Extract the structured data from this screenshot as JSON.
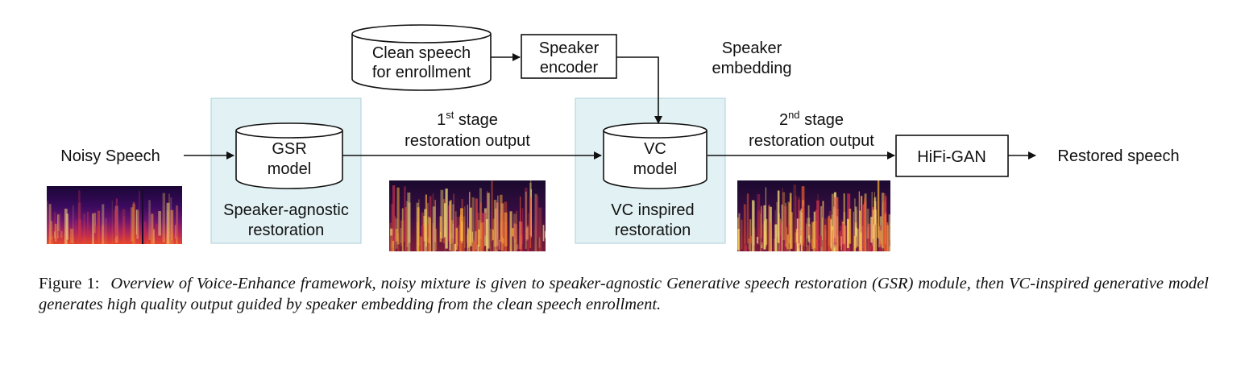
{
  "nodes": {
    "noisy_speech": "Noisy Speech",
    "clean_speech_line1": "Clean speech",
    "clean_speech_line2": "for enrollment",
    "speaker_encoder_line1": "Speaker",
    "speaker_encoder_line2": "encoder",
    "speaker_embedding_line1": "Speaker",
    "speaker_embedding_line2": "embedding",
    "gsr_line1": "GSR",
    "gsr_line2": "model",
    "vc_line1": "VC",
    "vc_line2": "model",
    "hifigan": "HiFi-GAN",
    "restored_speech": "Restored speech"
  },
  "stages": {
    "gsr_region_line1": "Speaker-agnostic",
    "gsr_region_line2": "restoration",
    "vc_region_line1": "VC inspired",
    "vc_region_line2": "restoration",
    "first_output_num": "1",
    "first_output_sup": "st",
    "first_output_word": " stage",
    "first_output_line2": "restoration output",
    "second_output_num": "2",
    "second_output_sup": "nd",
    "second_output_word": " stage",
    "second_output_line2": "restoration output"
  },
  "caption": {
    "figure_label": "Figure 1:",
    "text": "Overview of Voice-Enhance framework, noisy mixture is given to speaker-agnostic Generative speech restoration (GSR) module, then VC-inspired generative model generates high quality output guided by speaker embedding from the clean speech enrollment."
  },
  "colors": {
    "stage_fill": "#e2f1f4",
    "stage_border": "#a9d0da",
    "line": "#111111"
  }
}
